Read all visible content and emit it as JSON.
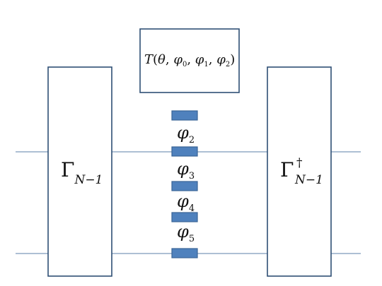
{
  "left_block": {
    "symbol": "Γ",
    "subscript": "N−1"
  },
  "right_block": {
    "symbol": "Γ",
    "superscript": "†",
    "subscript": "N−1"
  },
  "top_block": {
    "func": "T",
    "open": "(",
    "arg0": "θ",
    "sep0": ", ",
    "arg1": "φ",
    "arg1_sub": "0",
    "sep1": ", ",
    "arg2": "φ",
    "arg2_sub": "1",
    "sep2": ", ",
    "arg3": "φ",
    "arg3_sub": "2",
    "close": ")"
  },
  "phases": [
    {
      "symbol": "φ",
      "index": "2"
    },
    {
      "symbol": "φ",
      "index": "3"
    },
    {
      "symbol": "φ",
      "index": "4"
    },
    {
      "symbol": "φ",
      "index": "5"
    }
  ],
  "colors": {
    "wire": "#5b7fa8",
    "box_border": "#2f4f75",
    "phase_fill": "#4f81bd"
  }
}
